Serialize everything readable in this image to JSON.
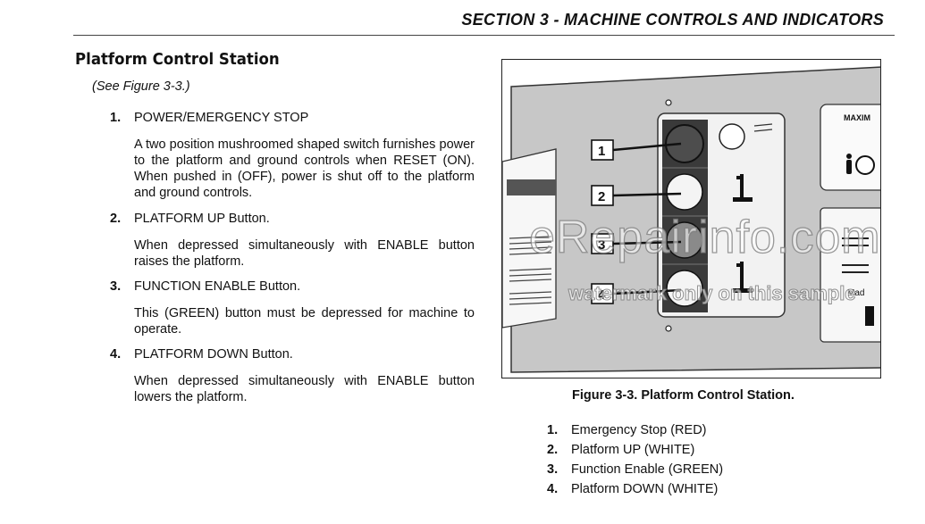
{
  "header": {
    "section_title": "SECTION 3 - MACHINE CONTROLS AND INDICATORS"
  },
  "content": {
    "heading": "Platform Control Station",
    "see_figure": "(See Figure 3-3.)",
    "items": [
      {
        "num": "1.",
        "title": "POWER/EMERGENCY STOP",
        "desc": "A two position mushroomed shaped switch furnishes power to the platform and ground controls when RESET (ON). When pushed in (OFF), power is shut off to the platform and ground controls."
      },
      {
        "num": "2.",
        "title": "PLATFORM UP Button.",
        "desc": "When depressed simultaneously with ENABLE button raises the platform."
      },
      {
        "num": "3.",
        "title": "FUNCTION ENABLE Button.",
        "desc": "This (GREEN) button must be depressed for machine to operate."
      },
      {
        "num": "4.",
        "title": "PLATFORM DOWN Button.",
        "desc": "When depressed simultaneously with ENABLE button lowers the platform."
      }
    ]
  },
  "figure": {
    "caption": "Figure 3-3.  Platform Control Station.",
    "callouts": [
      "1",
      "2",
      "3",
      "4"
    ],
    "placard_text": "MAXIM",
    "label_text": "Mad",
    "legend": [
      {
        "num": "1.",
        "label": "Emergency Stop (RED)"
      },
      {
        "num": "2.",
        "label": "Platform UP (WHITE)"
      },
      {
        "num": "3.",
        "label": "Function Enable (GREEN)"
      },
      {
        "num": "4.",
        "label": "Platform DOWN (WHITE)"
      }
    ]
  },
  "watermark": {
    "main": "eRepairinfo.com",
    "sub": "watermark only on this sample"
  }
}
